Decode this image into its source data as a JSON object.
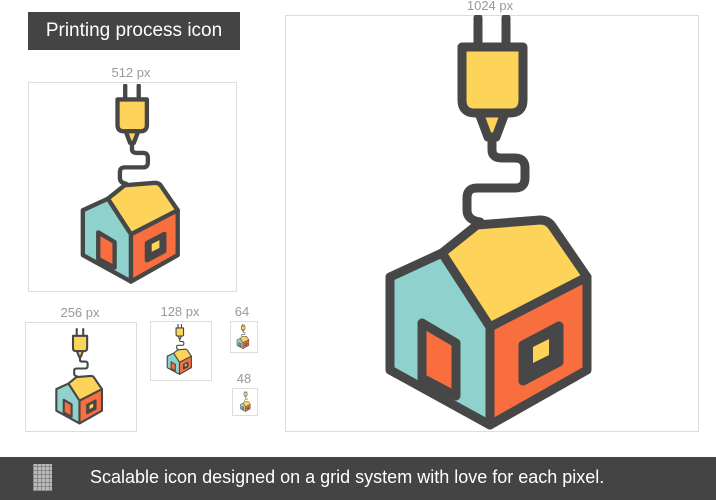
{
  "title": "Printing process icon",
  "sizes": {
    "s1024": "1024 px",
    "s512": "512 px",
    "s256": "256 px",
    "s128": "128 px",
    "s64": "64",
    "s48": "48"
  },
  "footer": {
    "text": "Scalable icon designed on a grid system with love for each pixel.",
    "icon": "grid-icon"
  },
  "colors": {
    "outline": "#474747",
    "roof": "#fdd35a",
    "left_wall": "#8fd1cc",
    "right_wall": "#f96e3e",
    "background_bar": "#444444"
  }
}
